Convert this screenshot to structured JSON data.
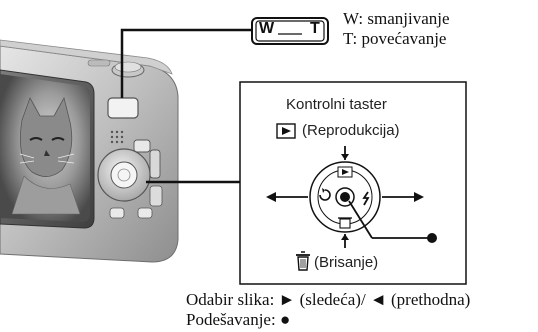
{
  "zoom_switch": {
    "w_key": "W",
    "t_key": "T",
    "w_text": "W: smanjivanje",
    "t_text": "T: povećavanje"
  },
  "control_panel": {
    "title": "Kontrolni taster",
    "playback_label": "(Reprodukcija)",
    "delete_label": "(Brisanje)"
  },
  "captions": {
    "image_select": "Odabir slika: ► (sledeća)/ ◄ (prethodna)",
    "setting": "Podešavanje: ●"
  }
}
